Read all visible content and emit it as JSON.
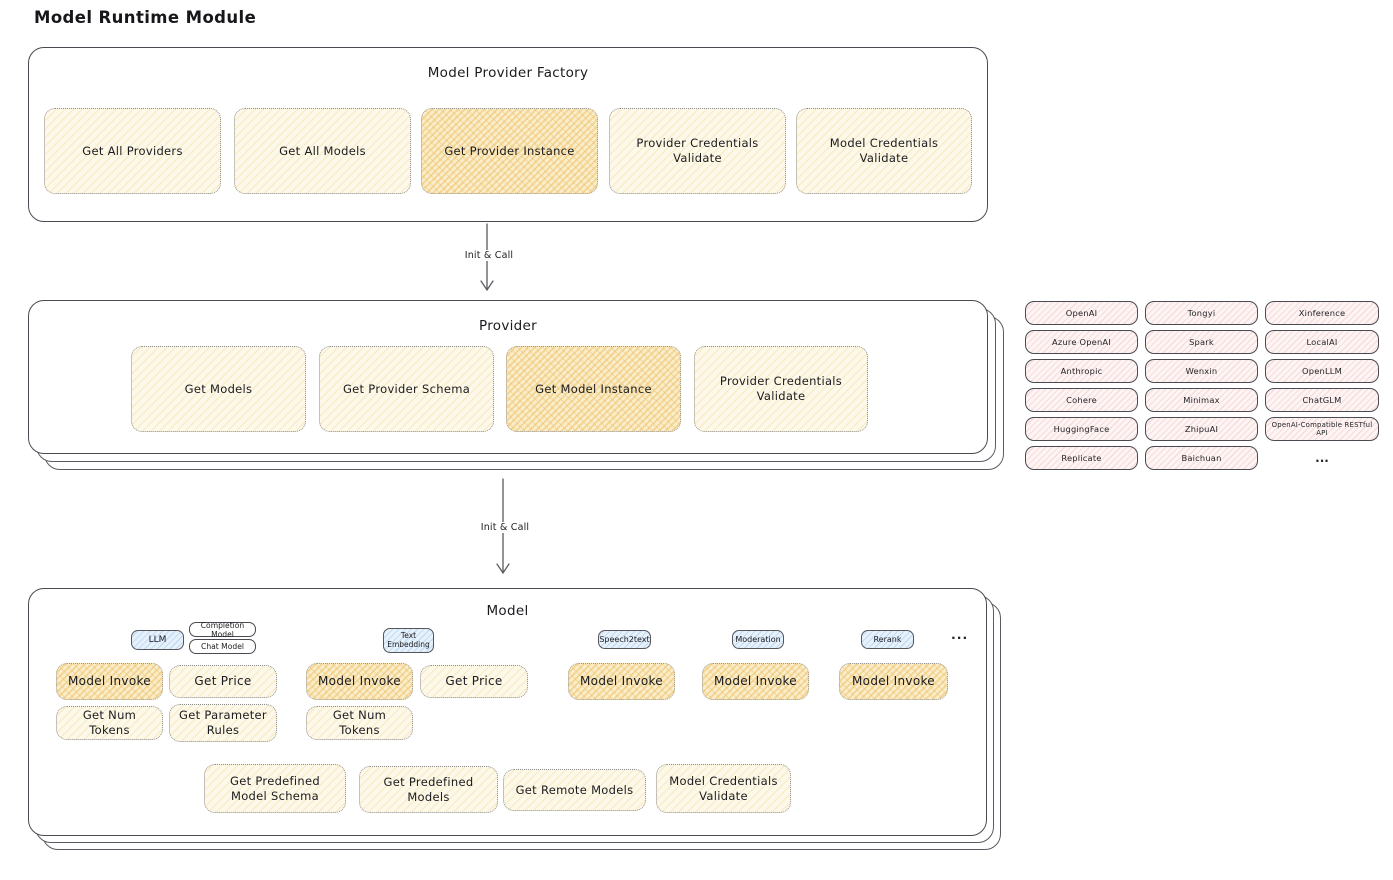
{
  "page": {
    "title": "Model Runtime Module"
  },
  "colors": {
    "highlight_fill": "#f2be64",
    "light_fill": "#fdf9ea",
    "provider_pill_fill": "#fdf4f4",
    "type_tab_fill": "#e7f1fb",
    "container_border": "#4a4a52",
    "text": "#1b1b1f"
  },
  "arrows": [
    {
      "label": "Init & Call"
    },
    {
      "label": "Init & Call"
    }
  ],
  "factory": {
    "title": "Model Provider Factory",
    "buttons": [
      {
        "label": "Get All Providers",
        "highlighted": false
      },
      {
        "label": "Get All Models",
        "highlighted": false
      },
      {
        "label": "Get Provider Instance",
        "highlighted": true
      },
      {
        "label": "Provider Credentials Validate",
        "highlighted": false
      },
      {
        "label": "Model Credentials Validate",
        "highlighted": false
      }
    ]
  },
  "provider": {
    "title": "Provider",
    "buttons": [
      {
        "label": "Get Models",
        "highlighted": false
      },
      {
        "label": "Get Provider Schema",
        "highlighted": false
      },
      {
        "label": "Get Model Instance",
        "highlighted": true
      },
      {
        "label": "Provider Credentials Validate",
        "highlighted": false
      }
    ]
  },
  "providers_list": {
    "items": [
      "OpenAI",
      "Tongyi",
      "Xinference",
      "Azure OpenAI",
      "Spark",
      "LocalAI",
      "Anthropic",
      "Wenxin",
      "OpenLLM",
      "Cohere",
      "Minimax",
      "ChatGLM",
      "HuggingFace",
      "ZhipuAI",
      "OpenAI-Compatible RESTful API",
      "Replicate",
      "Baichuan"
    ],
    "more": "..."
  },
  "model": {
    "title": "Model",
    "ellipsis": "...",
    "groups": [
      {
        "tab": "LLM",
        "subtabs": [
          "Completion Model",
          "Chat Model"
        ],
        "row1": [
          "Model Invoke",
          "Get Price"
        ],
        "row2": [
          "Get Num Tokens",
          "Get Parameter Rules"
        ]
      },
      {
        "tab": "Text Embedding",
        "row1": [
          "Model Invoke",
          "Get Price"
        ],
        "row2": [
          "Get Num Tokens"
        ]
      },
      {
        "tab": "Speech2text",
        "row1": [
          "Model Invoke"
        ]
      },
      {
        "tab": "Moderation",
        "row1": [
          "Model Invoke"
        ]
      },
      {
        "tab": "Rerank",
        "row1": [
          "Model Invoke"
        ]
      }
    ],
    "shared_buttons": [
      "Get Predefined Model Schema",
      "Get Predefined Models",
      "Get Remote Models",
      "Model Credentials Validate"
    ]
  }
}
